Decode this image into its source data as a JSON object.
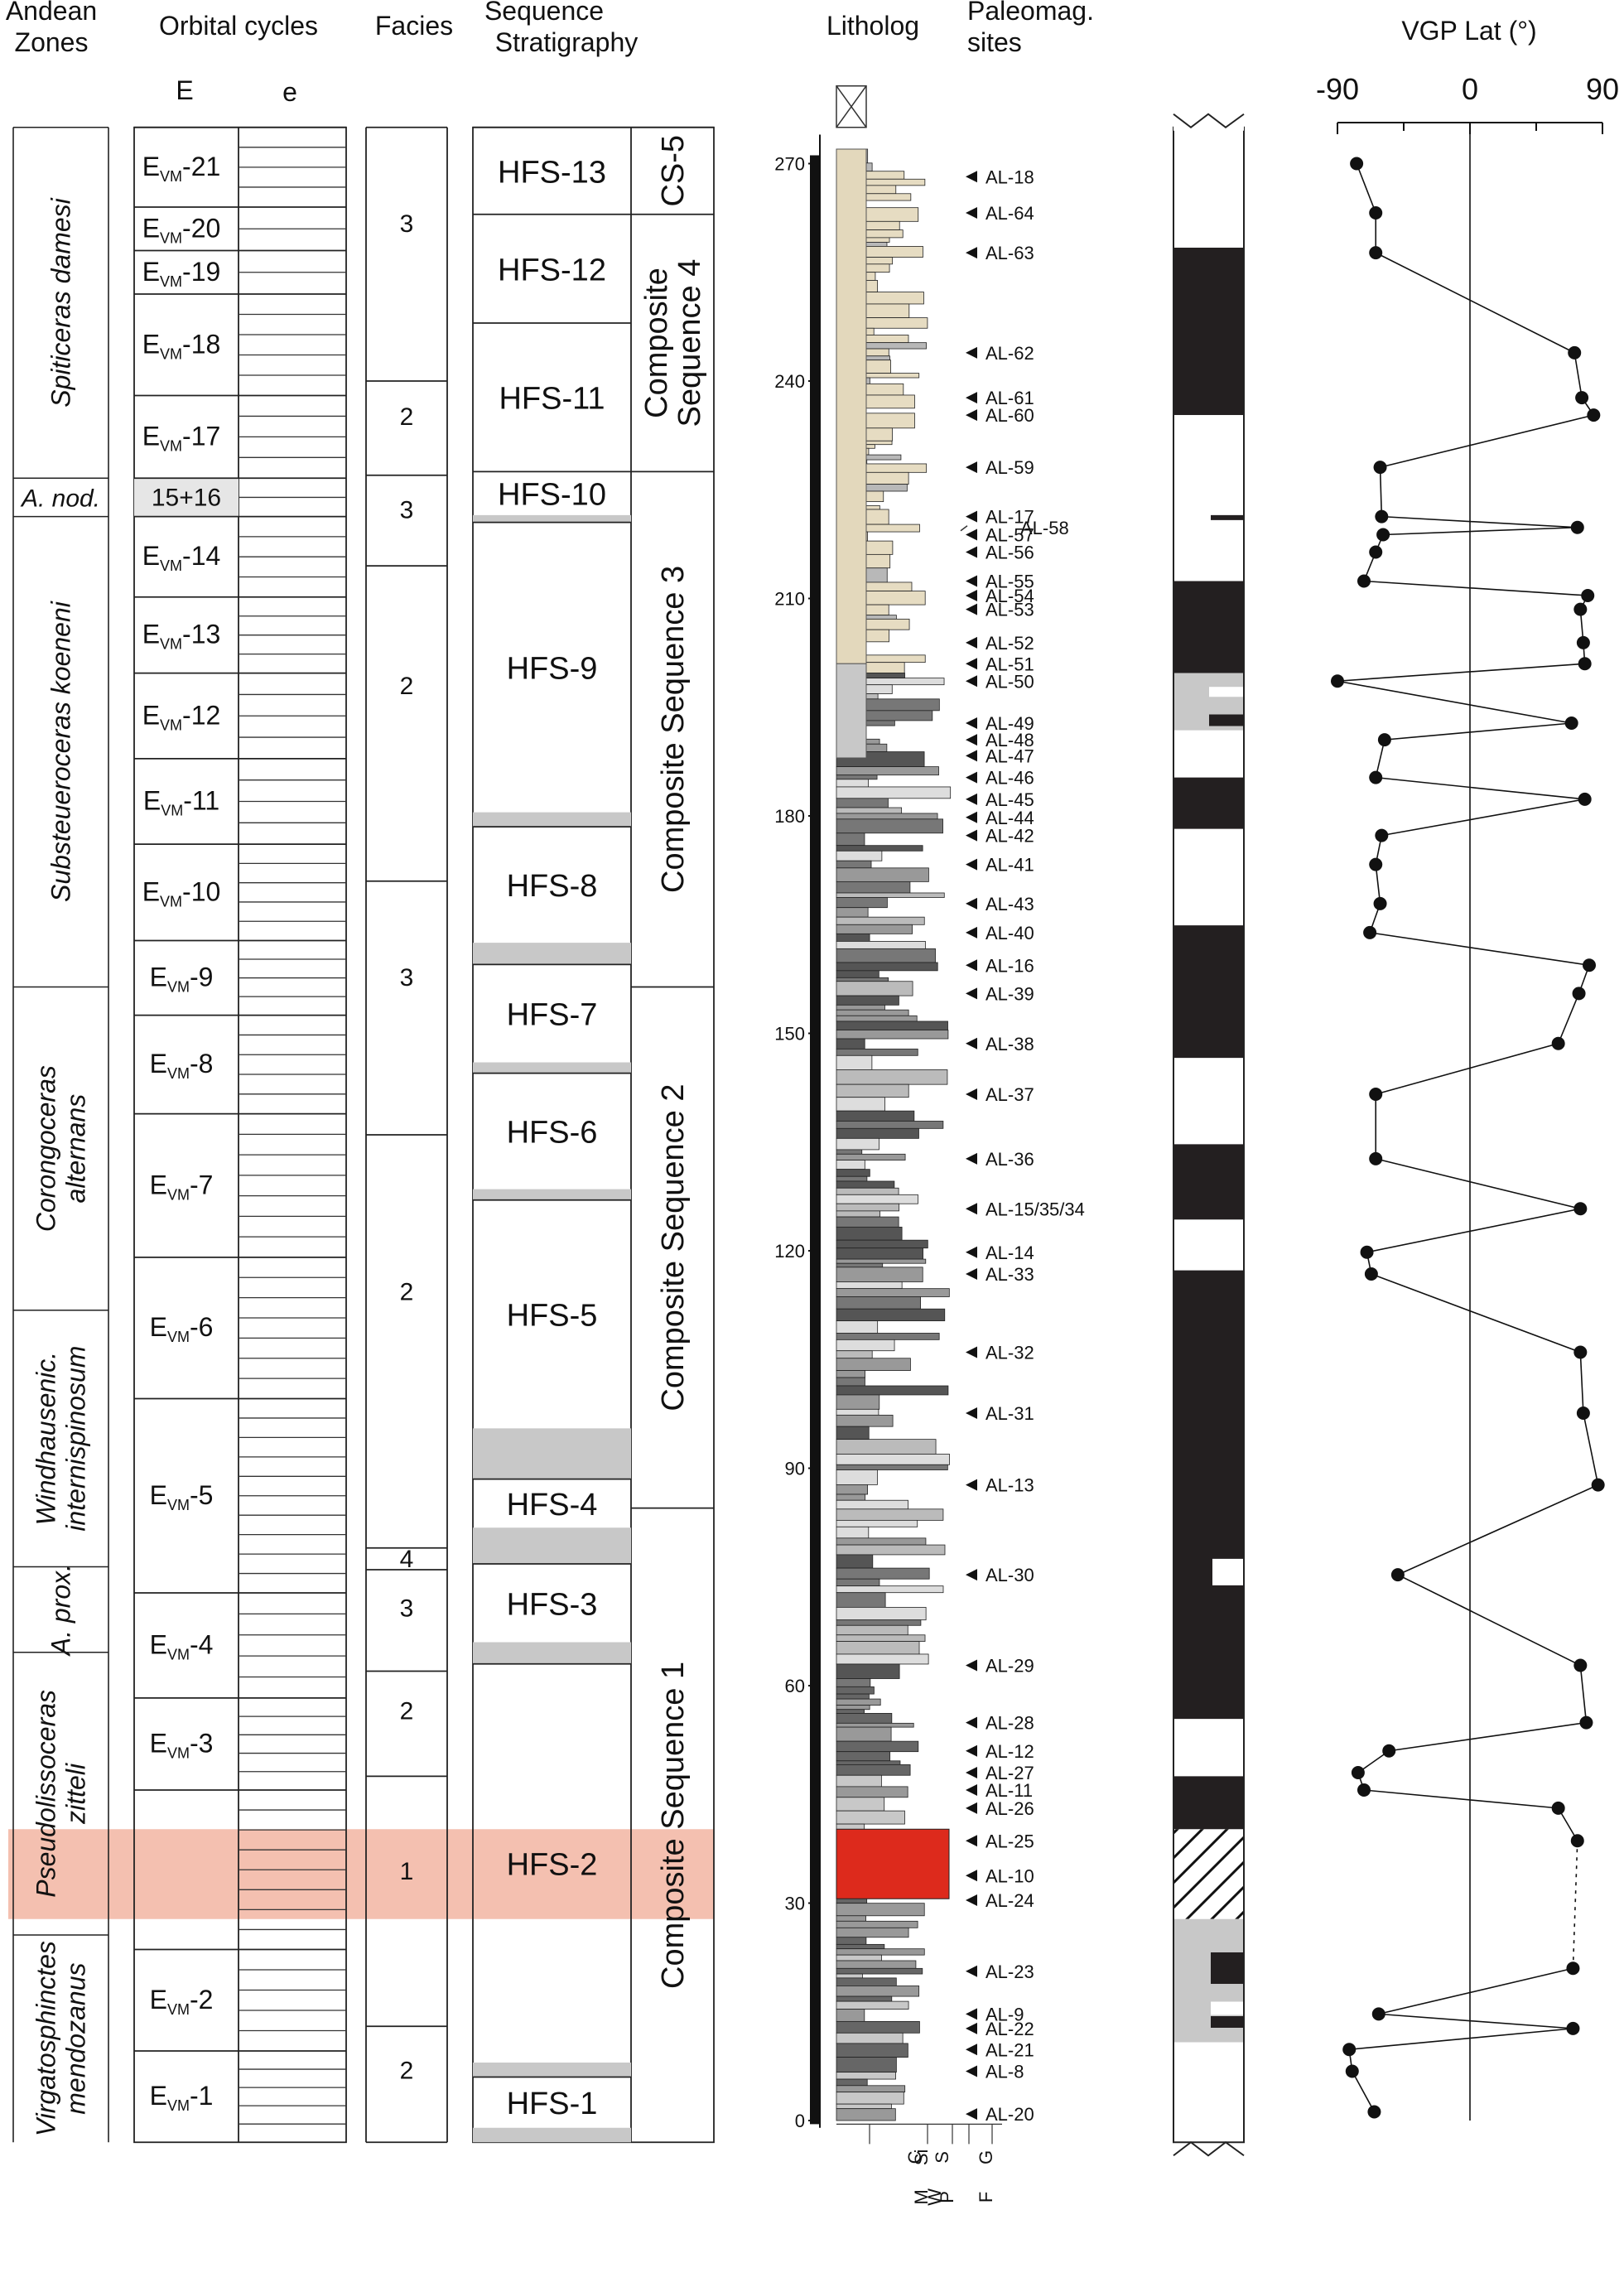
{
  "headers": {
    "andean_zones": [
      "Andean",
      "Zones"
    ],
    "orbital_cycles": "Orbital cycles",
    "orbital_E": "E",
    "orbital_e": "e",
    "facies": "Facies",
    "sequence_stratigraphy": [
      "Sequence",
      "Stratigraphy"
    ],
    "litholog": "Litholog",
    "paleomag_sites": [
      "Paleomag.",
      "sites"
    ],
    "vgp_lat": "VGP Lat (°)"
  },
  "andean_zones": [
    {
      "name": "Spiticeras damesi",
      "lines": [
        "Spiticeras damesi"
      ],
      "from": 275,
      "to": 226.6
    },
    {
      "name": "A. nod.",
      "lines": [
        "A. nod."
      ],
      "from": 226.6,
      "to": 221.3
    },
    {
      "name": "Substeueroceras koeneni",
      "lines": [
        "Substeueroceras koeneni"
      ],
      "from": 221.3,
      "to": 156.4
    },
    {
      "name": "Corongoceras alternans",
      "lines": [
        "Corongoceras",
        "alternans"
      ],
      "from": 156.4,
      "to": 111.8
    },
    {
      "name": "Windhausenic. internispinosum",
      "lines": [
        "Windhausenic.",
        "internispinosum"
      ],
      "from": 111.8,
      "to": 76.4
    },
    {
      "name": "A. prox.",
      "lines": [
        "A. prox."
      ],
      "from": 76.4,
      "to": 64.6
    },
    {
      "name": "Pseudolissoceras zitteli",
      "lines": [
        "Pseudolissoceras",
        "zitteli"
      ],
      "from": 64.6,
      "to": 25.6
    },
    {
      "name": "Virgatosphinctes mendozanus",
      "lines": [
        "Virgatosphinctes",
        "mendozanus"
      ],
      "from": 25.6,
      "to": -3
    }
  ],
  "orbital_E": [
    {
      "sub": "21",
      "from": 275,
      "to": 264
    },
    {
      "sub": "20",
      "from": 264,
      "to": 258
    },
    {
      "sub": "19",
      "from": 258,
      "to": 252
    },
    {
      "sub": "18",
      "from": 252,
      "to": 238
    },
    {
      "sub": "17",
      "from": 238,
      "to": 226.6
    },
    {
      "label": "15+16",
      "from": 226.6,
      "to": 221.3
    },
    {
      "sub": "14",
      "from": 221.3,
      "to": 210.2
    },
    {
      "sub": "13",
      "from": 210.2,
      "to": 199.7
    },
    {
      "sub": "12",
      "from": 199.7,
      "to": 187.9
    },
    {
      "sub": "11",
      "from": 187.9,
      "to": 176.1
    },
    {
      "sub": "10",
      "from": 176.1,
      "to": 162.8
    },
    {
      "sub": "9",
      "from": 162.8,
      "to": 152.5
    },
    {
      "sub": "8",
      "from": 152.5,
      "to": 138.9
    },
    {
      "sub": "7",
      "from": 138.9,
      "to": 119.1
    },
    {
      "sub": "6",
      "from": 119.1,
      "to": 99.6
    },
    {
      "sub": "5",
      "from": 99.6,
      "to": 72.8
    },
    {
      "sub": "4",
      "from": 72.8,
      "to": 58.3
    },
    {
      "sub": "3",
      "from": 58.3,
      "to": 45.6
    },
    {
      "sub": "",
      "from": 45.6,
      "to": 23.6
    },
    {
      "sub": "2",
      "from": 23.6,
      "to": 9.6
    },
    {
      "sub": "1",
      "from": 9.6,
      "to": -3
    }
  ],
  "orbital_E_prefix": "E",
  "orbital_E_sub_prefix": "VM",
  "facies": [
    {
      "label": "3",
      "from": 275,
      "to": 240
    },
    {
      "label": "2",
      "from": 240,
      "to": 227
    },
    {
      "label": "3",
      "from": 227,
      "to": 214.5
    },
    {
      "label": "2",
      "from": 214.5,
      "to": 171
    },
    {
      "label": "3",
      "from": 171,
      "to": 136
    },
    {
      "label": "2",
      "from": 136,
      "to": 79
    },
    {
      "label": "4",
      "from": 79,
      "to": 76
    },
    {
      "label": "3",
      "from": 76,
      "to": 62
    },
    {
      "label": "2",
      "from": 62,
      "to": 47.5
    },
    {
      "label": "1",
      "from": 47.5,
      "to": 13
    },
    {
      "label": "2",
      "from": 13,
      "to": -3
    }
  ],
  "hfs": [
    {
      "label": "HFS-13",
      "from": 275,
      "to": 263,
      "shade": 0
    },
    {
      "label": "HFS-12",
      "from": 263,
      "to": 248,
      "shade": 0
    },
    {
      "label": "HFS-11",
      "from": 248,
      "to": 227.5,
      "shade": 0
    },
    {
      "label": "HFS-10",
      "from": 227.5,
      "to": 220.5,
      "shade": 1
    },
    {
      "label": "HFS-9",
      "from": 220.5,
      "to": 178.5,
      "shade": 2
    },
    {
      "label": "HFS-8",
      "from": 178.5,
      "to": 159.5,
      "shade": 3
    },
    {
      "label": "HFS-7",
      "from": 159.5,
      "to": 144.5,
      "shade": 1.5
    },
    {
      "label": "HFS-6",
      "from": 144.5,
      "to": 127,
      "shade": 1.5
    },
    {
      "label": "HFS-5",
      "from": 127,
      "to": 88.5,
      "shade": 7
    },
    {
      "label": "HFS-4",
      "from": 88.5,
      "to": 76.8,
      "shade": 5
    },
    {
      "label": "HFS-3",
      "from": 76.8,
      "to": 63,
      "shade": 3
    },
    {
      "label": "HFS-2",
      "from": 63,
      "to": 6,
      "shade": 2
    },
    {
      "label": "HFS-1",
      "from": 6,
      "to": -3,
      "shade": 2
    }
  ],
  "composite": [
    {
      "label": "CS-5",
      "lines": [
        "CS-5"
      ],
      "from": 275,
      "to": 263
    },
    {
      "label": "Composite Sequence 4",
      "lines": [
        "Composite",
        "Sequence 4"
      ],
      "from": 263,
      "to": 227.5
    },
    {
      "label": "Composite Sequence 3",
      "lines": [
        "Composite Sequence 3"
      ],
      "from": 227.5,
      "to": 156.4
    },
    {
      "label": "Composite Sequence 2",
      "lines": [
        "Composite Sequence 2"
      ],
      "from": 156.4,
      "to": 84.5
    },
    {
      "label": "Composite Sequence 1",
      "lines": [
        "Composite Sequence 1"
      ],
      "from": 84.5,
      "to": -3
    }
  ],
  "highlight": {
    "from": 40.2,
    "to": 27.8,
    "color": "#f4c0b0"
  },
  "litholog": {
    "ticks": [
      0,
      30,
      60,
      90,
      120,
      150,
      180,
      210,
      240,
      270
    ],
    "red_interval": {
      "from": 40.2,
      "to": 30.6,
      "color": "#dd2a1c"
    },
    "grain_scale": [
      "M",
      "W",
      "P",
      "F",
      "C",
      "Si",
      "S",
      "G"
    ]
  },
  "paleomag_sites": [
    {
      "label": "AL-18",
      "h": 268.2
    },
    {
      "label": "AL-64",
      "h": 263.2
    },
    {
      "label": "AL-63",
      "h": 257.7
    },
    {
      "label": "AL-62",
      "h": 243.9
    },
    {
      "label": "AL-61",
      "h": 237.7
    },
    {
      "label": "AL-60",
      "h": 235.3
    },
    {
      "label": "AL-59",
      "h": 228.1
    },
    {
      "label": "AL-17",
      "h": 221.3
    },
    {
      "label": "AL-57",
      "h": 218.8
    },
    {
      "label": "AL-58",
      "h": 219.8
    },
    {
      "label": "AL-56",
      "h": 216.4
    },
    {
      "label": "AL-55",
      "h": 212.4
    },
    {
      "label": "AL-54",
      "h": 210.4
    },
    {
      "label": "AL-53",
      "h": 208.5
    },
    {
      "label": "AL-52",
      "h": 203.9
    },
    {
      "label": "AL-51",
      "h": 201.0
    },
    {
      "label": "AL-50",
      "h": 198.6
    },
    {
      "label": "AL-49",
      "h": 192.8
    },
    {
      "label": "AL-48",
      "h": 190.5
    },
    {
      "label": "AL-47",
      "h": 188.3
    },
    {
      "label": "AL-46",
      "h": 185.3
    },
    {
      "label": "AL-45",
      "h": 182.3
    },
    {
      "label": "AL-44",
      "h": 179.8
    },
    {
      "label": "AL-42",
      "h": 177.3
    },
    {
      "label": "AL-41",
      "h": 173.3
    },
    {
      "label": "AL-43",
      "h": 167.9
    },
    {
      "label": "AL-40",
      "h": 163.9
    },
    {
      "label": "AL-16",
      "h": 159.4
    },
    {
      "label": "AL-39",
      "h": 155.5
    },
    {
      "label": "AL-38",
      "h": 148.6
    },
    {
      "label": "AL-37",
      "h": 141.6
    },
    {
      "label": "AL-36",
      "h": 132.7
    },
    {
      "label": "AL-15/35/34",
      "h": 125.8
    },
    {
      "label": "AL-14",
      "h": 119.8
    },
    {
      "label": "AL-33",
      "h": 116.8
    },
    {
      "label": "AL-32",
      "h": 106.0
    },
    {
      "label": "AL-31",
      "h": 97.6
    },
    {
      "label": "AL-13",
      "h": 87.7
    },
    {
      "label": "AL-30",
      "h": 75.3
    },
    {
      "label": "AL-29",
      "h": 62.8
    },
    {
      "label": "AL-28",
      "h": 54.9
    },
    {
      "label": "AL-12",
      "h": 51.0
    },
    {
      "label": "AL-27",
      "h": 48.0
    },
    {
      "label": "AL-11",
      "h": 45.6
    },
    {
      "label": "AL-26",
      "h": 43.1
    },
    {
      "label": "AL-25",
      "h": 38.6
    },
    {
      "label": "AL-10",
      "h": 33.8
    },
    {
      "label": "AL-24",
      "h": 30.4
    },
    {
      "label": "AL-23",
      "h": 20.6
    },
    {
      "label": "AL-9",
      "h": 14.7
    },
    {
      "label": "AL-22",
      "h": 12.7
    },
    {
      "label": "AL-21",
      "h": 9.8
    },
    {
      "label": "AL-8",
      "h": 6.8
    },
    {
      "label": "AL-20",
      "h": 0.9
    }
  ],
  "polarity": [
    {
      "from": 275,
      "to": 258.4,
      "c": "w"
    },
    {
      "from": 258.4,
      "to": 235.3,
      "c": "b"
    },
    {
      "from": 235.3,
      "to": 212.4,
      "c": "w"
    },
    {
      "from": 212.4,
      "to": 199.7,
      "c": "b"
    },
    {
      "from": 199.7,
      "to": 191.8,
      "c": "g"
    },
    {
      "from": 191.8,
      "to": 185.3,
      "c": "w"
    },
    {
      "from": 185.3,
      "to": 178.2,
      "c": "b"
    },
    {
      "from": 178.2,
      "to": 164.9,
      "c": "w"
    },
    {
      "from": 164.9,
      "to": 146.6,
      "c": "b"
    },
    {
      "from": 146.6,
      "to": 134.7,
      "c": "w"
    },
    {
      "from": 134.7,
      "to": 124.3,
      "c": "b"
    },
    {
      "from": 124.3,
      "to": 117.3,
      "c": "w"
    },
    {
      "from": 117.3,
      "to": 55.4,
      "c": "b"
    },
    {
      "from": 55.4,
      "to": 47.5,
      "c": "w"
    },
    {
      "from": 47.5,
      "to": 40.2,
      "c": "b"
    },
    {
      "from": 40.2,
      "to": 27.8,
      "c": "x"
    },
    {
      "from": 27.8,
      "to": 10.8,
      "c": "g"
    },
    {
      "from": 10.8,
      "to": -3,
      "c": "w"
    }
  ],
  "vgp": [
    {
      "h": 270.0,
      "lat": -77
    },
    {
      "h": 263.2,
      "lat": -64
    },
    {
      "h": 257.7,
      "lat": -64
    },
    {
      "h": 243.9,
      "lat": 71
    },
    {
      "h": 237.7,
      "lat": 76
    },
    {
      "h": 235.3,
      "lat": 84
    },
    {
      "h": 228.1,
      "lat": -61
    },
    {
      "h": 221.3,
      "lat": -60
    },
    {
      "h": 219.8,
      "lat": 73
    },
    {
      "h": 218.8,
      "lat": -59
    },
    {
      "h": 216.4,
      "lat": -64
    },
    {
      "h": 212.4,
      "lat": -72
    },
    {
      "h": 210.4,
      "lat": 80
    },
    {
      "h": 208.5,
      "lat": 75
    },
    {
      "h": 203.9,
      "lat": 77
    },
    {
      "h": 201.0,
      "lat": 78
    },
    {
      "h": 198.6,
      "lat": -90
    },
    {
      "h": 192.8,
      "lat": 69
    },
    {
      "h": 190.5,
      "lat": -58
    },
    {
      "h": 185.3,
      "lat": -64
    },
    {
      "h": 182.3,
      "lat": 78
    },
    {
      "h": 177.3,
      "lat": -60
    },
    {
      "h": 173.3,
      "lat": -64
    },
    {
      "h": 167.9,
      "lat": -61
    },
    {
      "h": 163.9,
      "lat": -68
    },
    {
      "h": 159.4,
      "lat": 81
    },
    {
      "h": 155.5,
      "lat": 74
    },
    {
      "h": 148.6,
      "lat": 60
    },
    {
      "h": 141.6,
      "lat": -64
    },
    {
      "h": 132.7,
      "lat": -64
    },
    {
      "h": 125.8,
      "lat": 75
    },
    {
      "h": 119.8,
      "lat": -70
    },
    {
      "h": 116.8,
      "lat": -67
    },
    {
      "h": 106.0,
      "lat": 75
    },
    {
      "h": 97.6,
      "lat": 77
    },
    {
      "h": 87.7,
      "lat": 87
    },
    {
      "h": 75.3,
      "lat": -49
    },
    {
      "h": 62.8,
      "lat": 75
    },
    {
      "h": 54.9,
      "lat": 79
    },
    {
      "h": 51.0,
      "lat": -55
    },
    {
      "h": 48.0,
      "lat": -76
    },
    {
      "h": 45.6,
      "lat": -72
    },
    {
      "h": 43.1,
      "lat": 60
    },
    {
      "h": 38.6,
      "lat": 73
    },
    {
      "h": 21.0,
      "lat": 70
    },
    {
      "h": 14.7,
      "lat": -62
    },
    {
      "h": 12.7,
      "lat": 70
    },
    {
      "h": 9.8,
      "lat": -82
    },
    {
      "h": 6.8,
      "lat": -80
    },
    {
      "h": 1.2,
      "lat": -65
    }
  ],
  "vgp_axis": {
    "ticks": [
      -90,
      0,
      90
    ],
    "lim": [
      -90,
      90
    ],
    "gap_from": 38.6,
    "gap_to": 21.0
  }
}
